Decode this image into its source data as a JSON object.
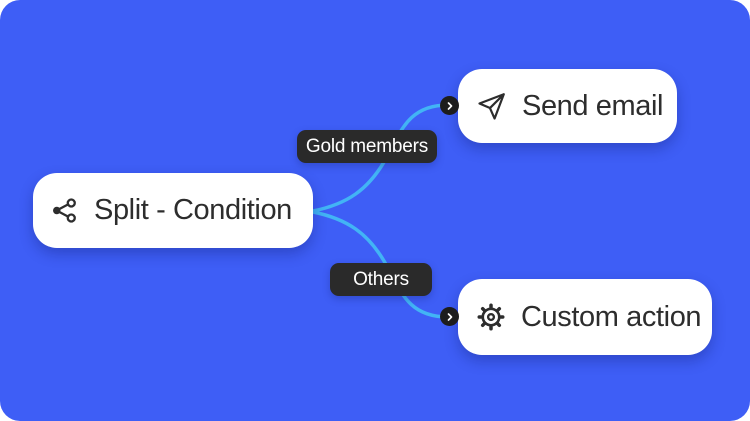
{
  "colors": {
    "canvas-bg": "#3E5EF6",
    "connector": "#42B4F5",
    "node-bg": "#FFFFFF",
    "node-text": "#2D2D2D",
    "pill-bg": "#2A2A2A",
    "pill-text": "#FFFFFF",
    "badge-bg": "#1D1D1D",
    "badge-glyph": "#FFFFFF"
  },
  "nodes": {
    "split": {
      "label": "Split - Condition",
      "icon": "split-icon"
    },
    "send_email": {
      "label": "Send email",
      "icon": "send-icon"
    },
    "custom_action": {
      "label": "Custom action",
      "icon": "gear-icon"
    }
  },
  "branch_labels": {
    "gold_members": "Gold members",
    "others": "Others"
  }
}
